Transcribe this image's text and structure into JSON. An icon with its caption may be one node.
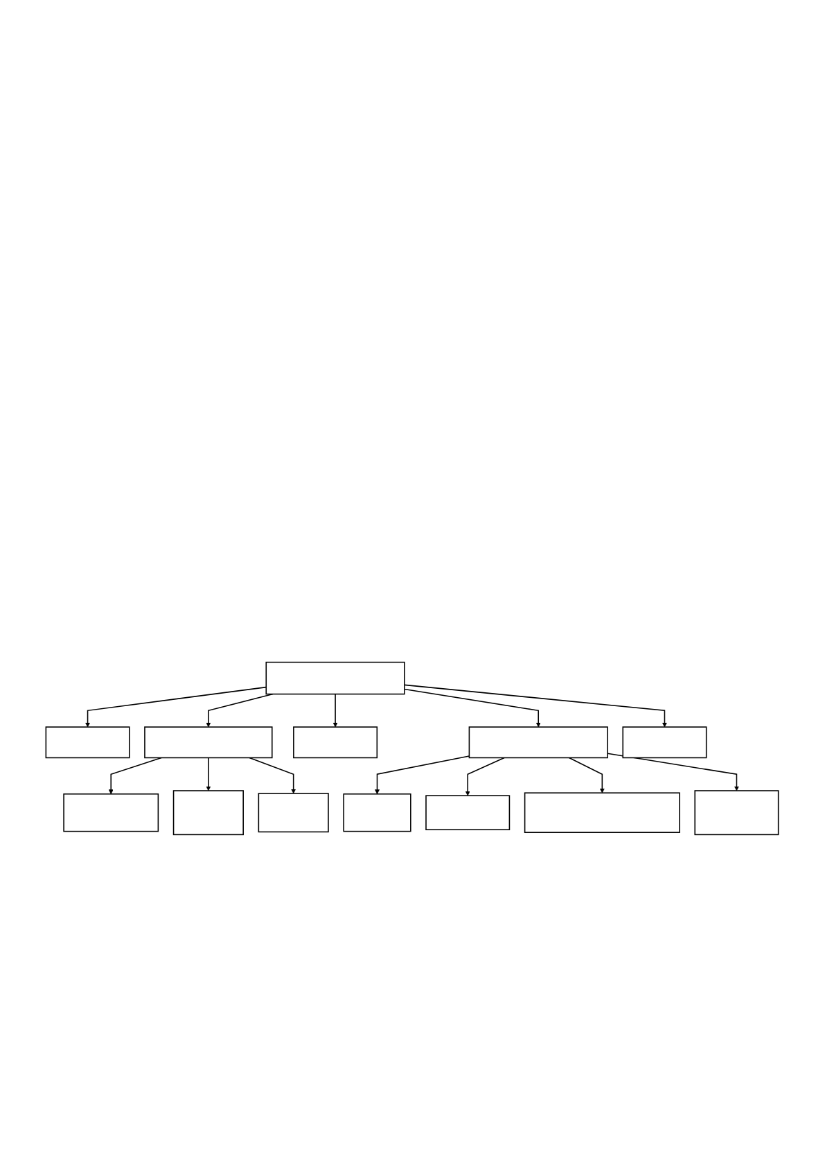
{
  "diagram": {
    "nodes": [
      {
        "text": [],
        "shape": "box"
      },
      {
        "text": [],
        "shape": "box"
      },
      {
        "text": [],
        "shape": "box"
      },
      {
        "text": [],
        "shape": "box"
      },
      {
        "text": [],
        "shape": "box"
      },
      {
        "text": [],
        "shape": "box"
      },
      {
        "text": [],
        "shape": "box"
      },
      {
        "text": [],
        "shape": "box"
      },
      {
        "text": [],
        "shape": "box"
      },
      {
        "text": [],
        "shape": "box"
      },
      {
        "text": [],
        "shape": "box"
      },
      {
        "text": [],
        "shape": "box"
      },
      {
        "text": [],
        "shape": "box"
      }
    ],
    "edges": [
      {
        "from": 1,
        "to": 0,
        "arrow": "to"
      },
      {
        "from": 1,
        "to": 3,
        "arrow": "to"
      },
      {
        "from": 1,
        "to": 6,
        "arrow": "to"
      },
      {
        "from": 1,
        "to": 2,
        "arrow": "to"
      },
      {
        "from": 1,
        "to": 4,
        "arrow": "to"
      },
      {
        "from": 2,
        "to": 5,
        "arrow": "to"
      },
      {
        "from": 2,
        "to": 9,
        "arrow": "to"
      },
      {
        "from": 2,
        "to": 12,
        "arrow": "to"
      },
      {
        "from": 4,
        "to": 7,
        "arrow": "to"
      },
      {
        "from": 4,
        "to": 8,
        "arrow": "to"
      },
      {
        "from": 4,
        "to": 10,
        "arrow": "to"
      },
      {
        "from": 4,
        "to": 11,
        "arrow": "to"
      }
    ]
  }
}
